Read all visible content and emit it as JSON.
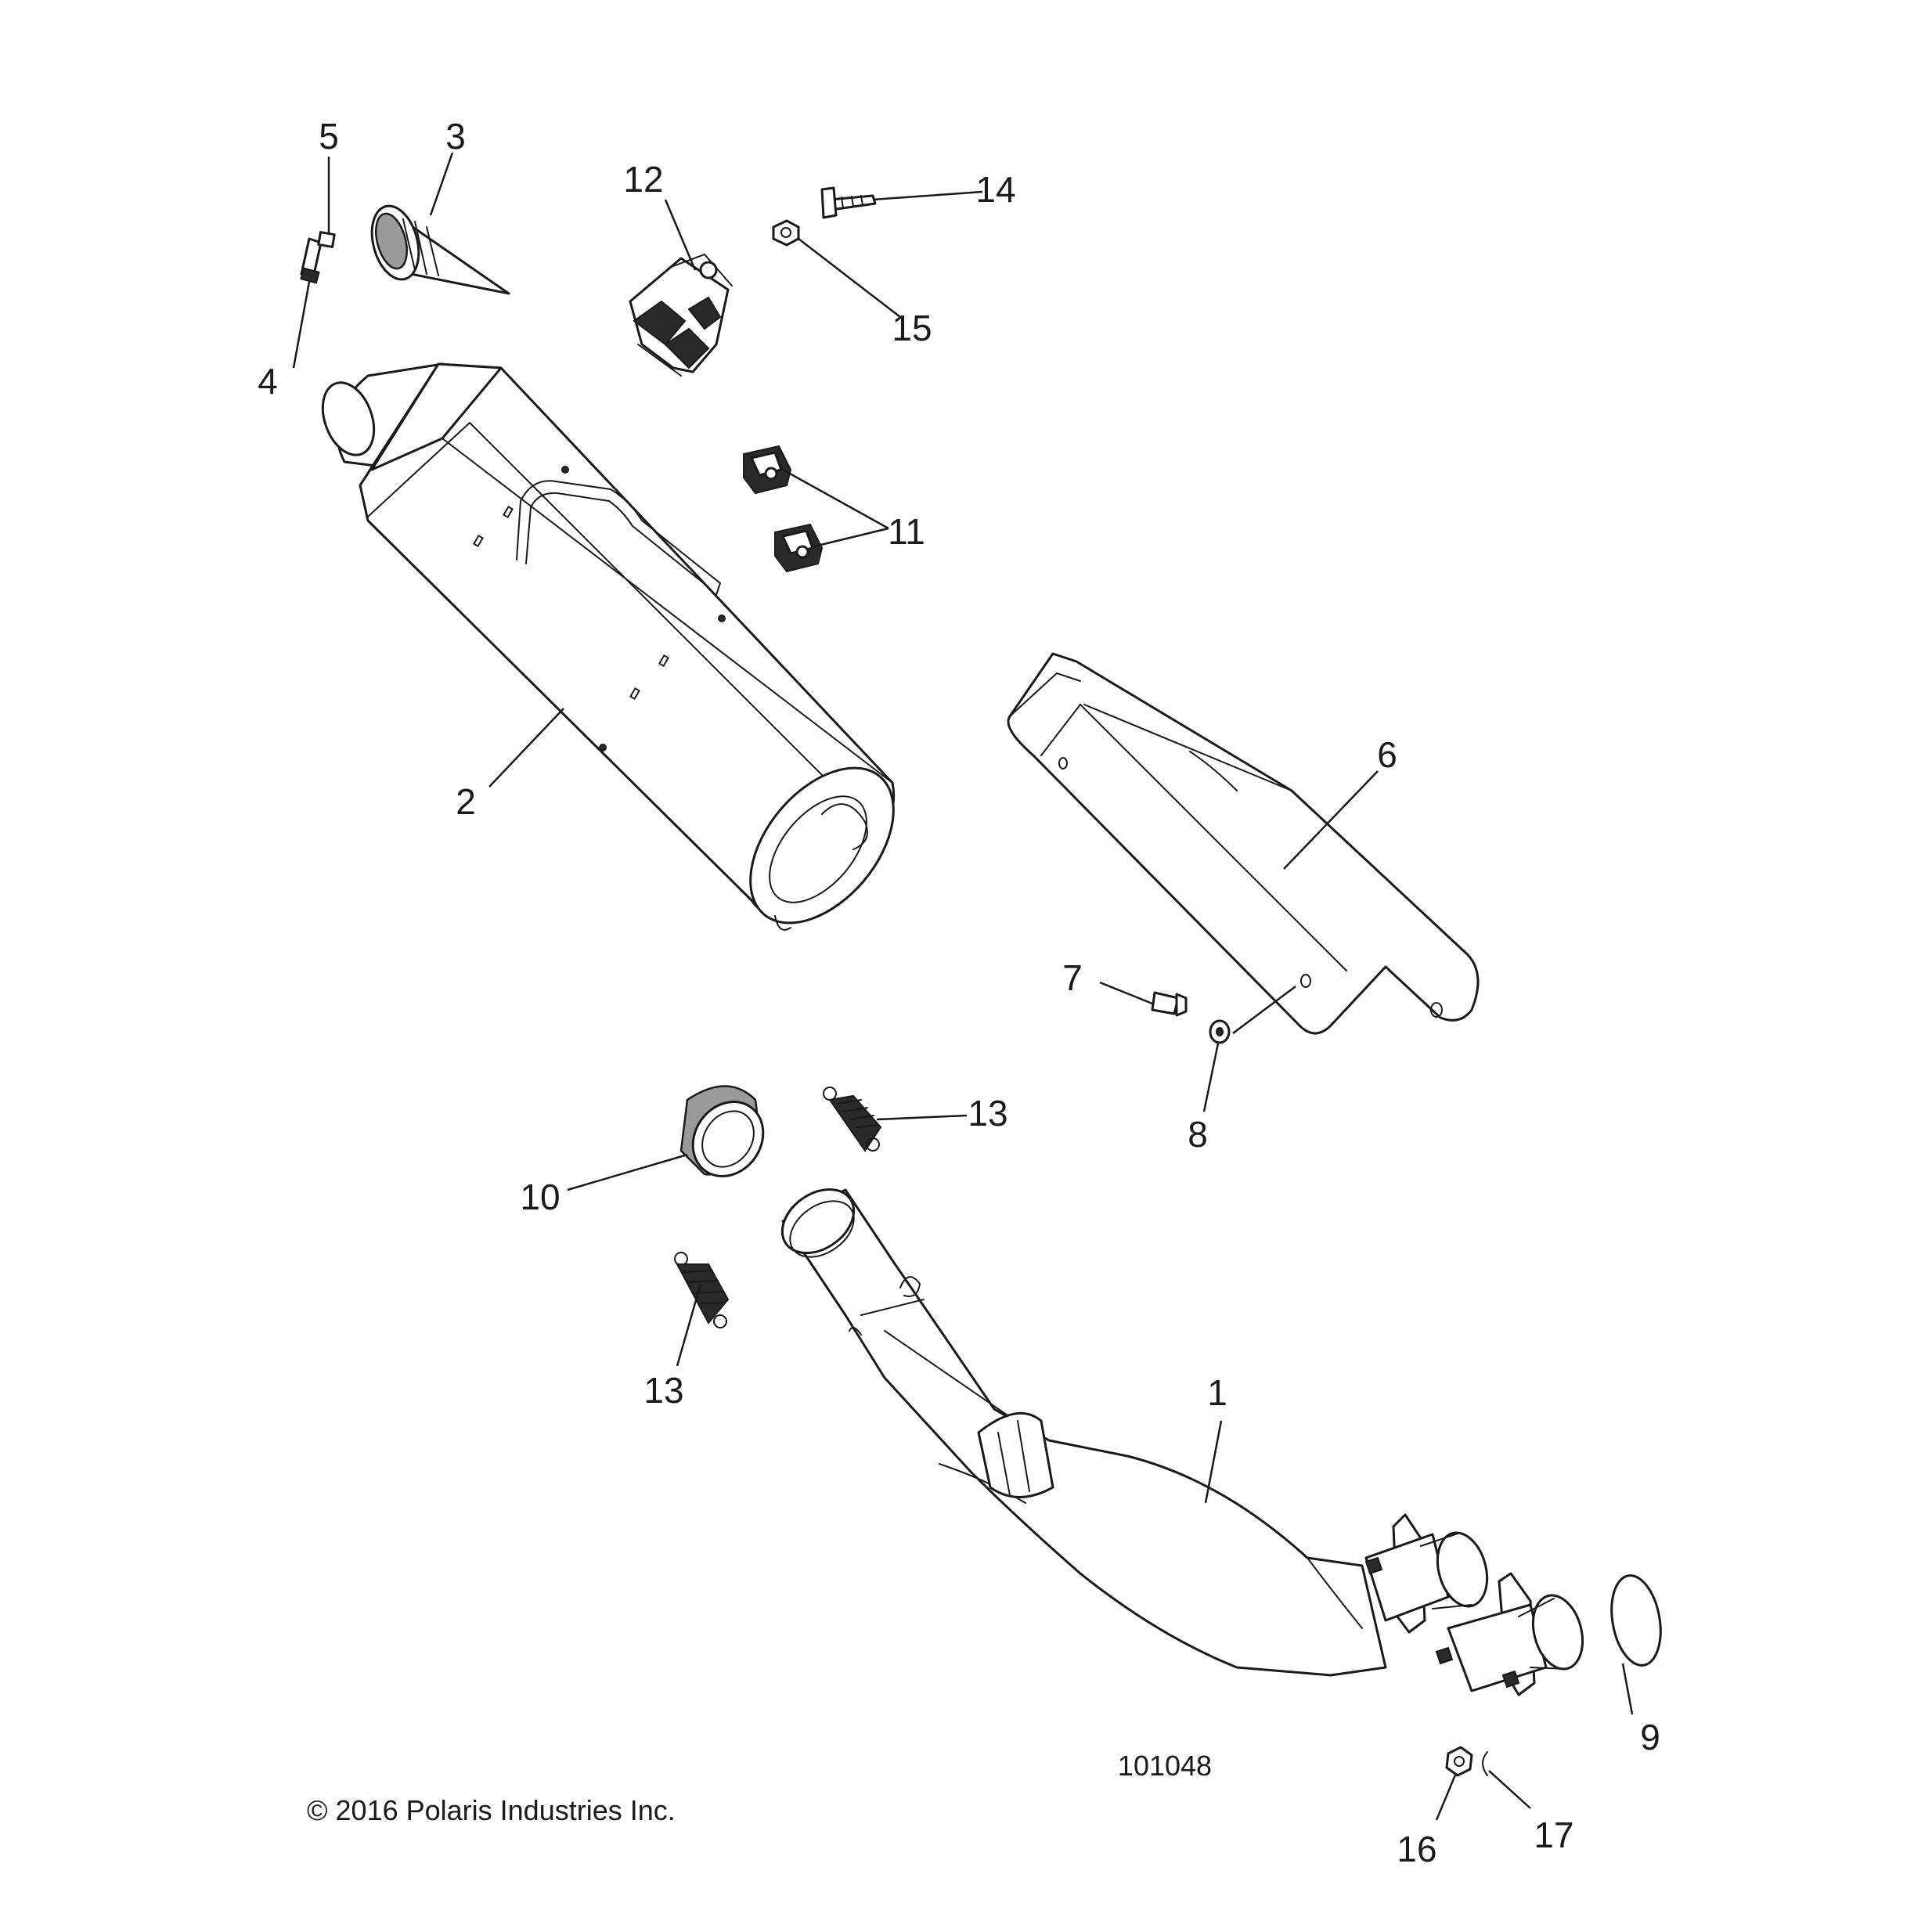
{
  "diagram_number": "101048",
  "copyright": "© 2016 Polaris Industries Inc.",
  "callouts": {
    "c1": "1",
    "c2": "2",
    "c3": "3",
    "c4": "4",
    "c5": "5",
    "c6": "6",
    "c7": "7",
    "c8": "8",
    "c9": "9",
    "c10": "10",
    "c11": "11",
    "c12": "12",
    "c13a": "13",
    "c13b": "13",
    "c14": "14",
    "c15": "15",
    "c16": "16",
    "c17": "17"
  }
}
